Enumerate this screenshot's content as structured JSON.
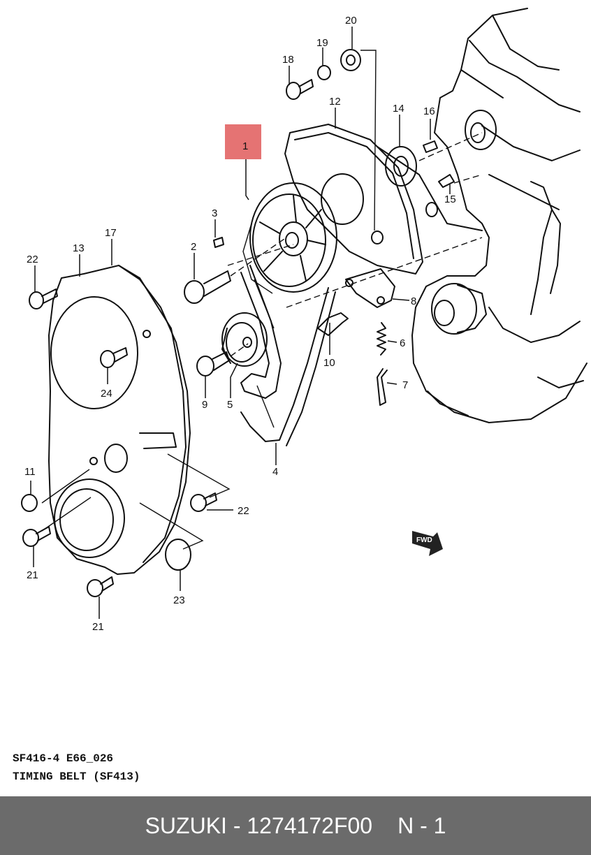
{
  "diagram": {
    "callouts": [
      {
        "id": "c1",
        "label": "1",
        "highlighted": true
      },
      {
        "id": "c2",
        "label": "2"
      },
      {
        "id": "c3",
        "label": "3"
      },
      {
        "id": "c4",
        "label": "4"
      },
      {
        "id": "c5",
        "label": "5"
      },
      {
        "id": "c6",
        "label": "6"
      },
      {
        "id": "c7",
        "label": "7"
      },
      {
        "id": "c8",
        "label": "8"
      },
      {
        "id": "c9",
        "label": "9"
      },
      {
        "id": "c10",
        "label": "10"
      },
      {
        "id": "c11",
        "label": "11"
      },
      {
        "id": "c12",
        "label": "12"
      },
      {
        "id": "c13",
        "label": "13"
      },
      {
        "id": "c14",
        "label": "14"
      },
      {
        "id": "c15",
        "label": "15"
      },
      {
        "id": "c16",
        "label": "16"
      },
      {
        "id": "c17",
        "label": "17"
      },
      {
        "id": "c18",
        "label": "18"
      },
      {
        "id": "c19",
        "label": "19"
      },
      {
        "id": "c20",
        "label": "20"
      },
      {
        "id": "c21a",
        "label": "21"
      },
      {
        "id": "c21b",
        "label": "21"
      },
      {
        "id": "c22a",
        "label": "22"
      },
      {
        "id": "c22b",
        "label": "22"
      },
      {
        "id": "c23",
        "label": "23"
      },
      {
        "id": "c24",
        "label": "24"
      }
    ],
    "fwd_label": "FWD",
    "highlight_color": "#e57373"
  },
  "reference": {
    "line1": "SF416-4 E66_026",
    "line2": "TIMING BELT (SF413)"
  },
  "footer": {
    "brand_part": "SUZUKI - 1274172F00",
    "page": "N - 1",
    "background": "#6b6b6b"
  }
}
